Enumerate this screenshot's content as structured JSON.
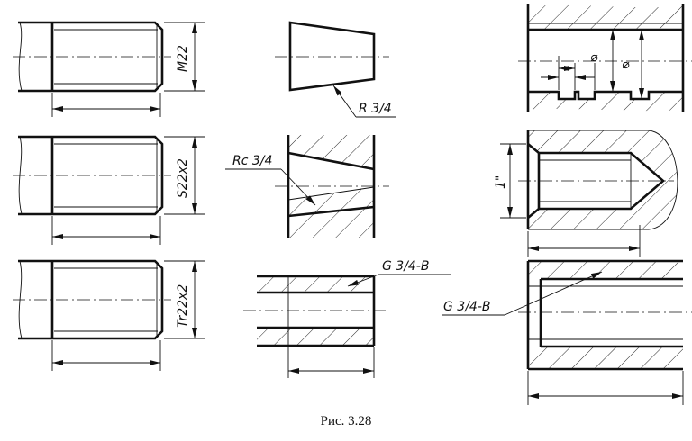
{
  "figure": {
    "caption": "Рис. 3.28",
    "labels": {
      "m22": "M22",
      "s22x2": "S22x2",
      "tr22x2": "Tr22x2",
      "r34": "R 3/4",
      "rc34": "Rc 3/4",
      "g34b_pipe": "G 3/4-B",
      "g34b_hole": "G 3/4-B",
      "inch": "1\"",
      "dia1": "⌀",
      "dia2": "⌀"
    }
  }
}
